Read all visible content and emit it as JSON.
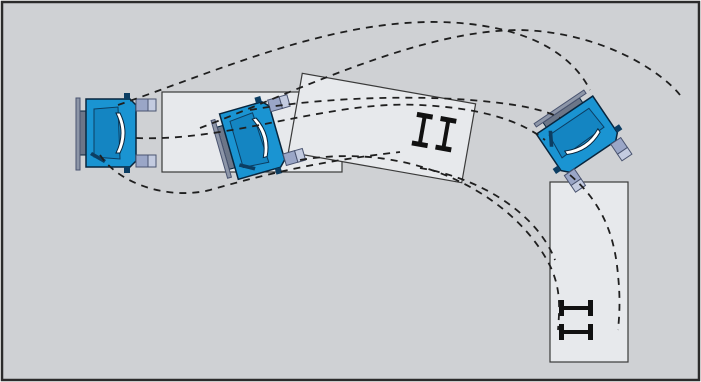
{
  "diagram": {
    "colors": {
      "background": "#cfd1d4",
      "border": "#2b2b2b",
      "trailer_fill": "#e7e9ec",
      "trailer_stroke": "#3a3a3a",
      "cab_blue": "#1a94d2",
      "cab_dark": "#0c3e63",
      "cab_outline": "#08263e",
      "bumper_grey": "#9aa6c7",
      "windshield": "#ffffff",
      "axle": "#111111",
      "path_dash": "#1f1f1f"
    },
    "stages": [
      "straight",
      "turning",
      "turned-down"
    ],
    "icons": [
      "truck-cab-icon",
      "trailer-axle-icon",
      "turning-path-icon"
    ]
  }
}
